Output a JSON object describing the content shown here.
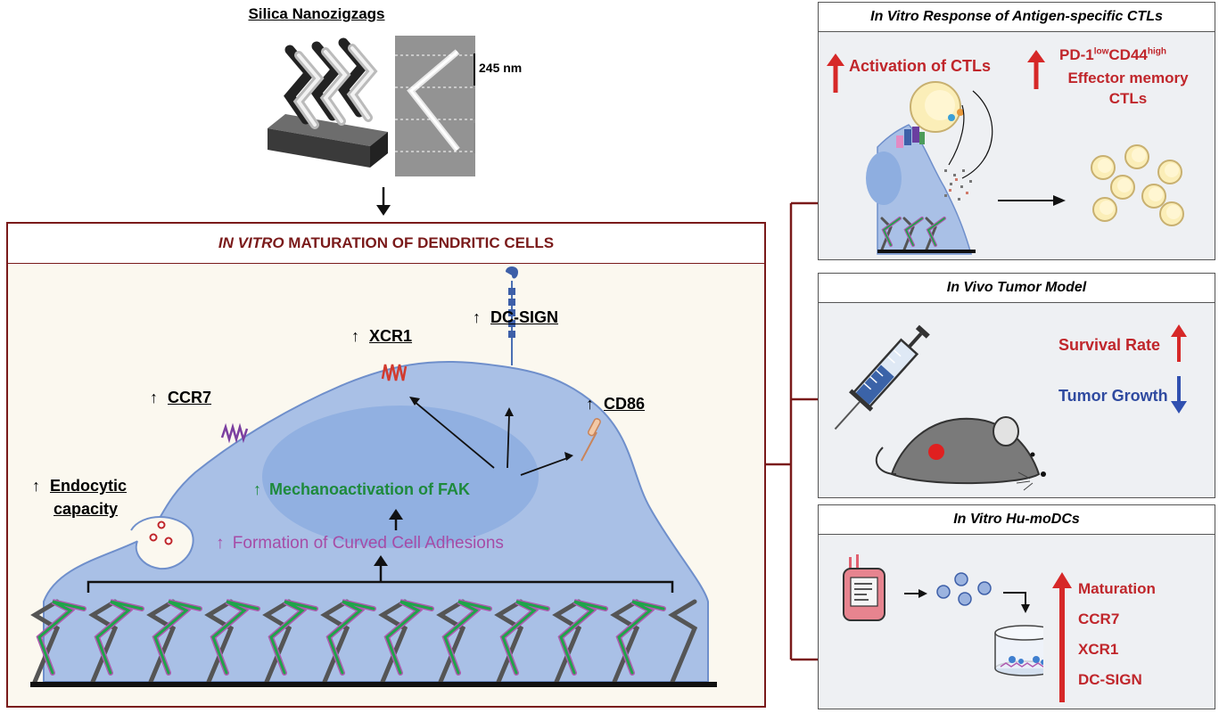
{
  "top": {
    "title": "Silica Nanozigzags",
    "scale_label": "245 nm"
  },
  "main": {
    "title_italic": "IN VITRO",
    "title_rest": " MATURATION OF DENDRITIC CELLS",
    "labels": {
      "ccr7": "CCR7",
      "xcr1": "XCR1",
      "dcsign": "DC-SIGN",
      "cd86": "CD86",
      "endocytic_1": "Endocytic",
      "endocytic_2": "capacity",
      "mechano": "Mechanoactivation of FAK",
      "formation": "Formation of Curved Cell Adhesions"
    },
    "arrow_glyph": "↑"
  },
  "panel1": {
    "title": "In Vitro Response of Antigen-specific CTLs",
    "activation": "Activation of CTLs",
    "pd1": "PD-1",
    "pd1_sup1": "low",
    "cd44": "CD44",
    "cd44_sup": "high",
    "effector_1": "Effector memory",
    "effector_2": "CTLs"
  },
  "panel2": {
    "title": "In Vivo Tumor Model",
    "survival": "Survival Rate",
    "tumor": "Tumor Growth"
  },
  "panel3": {
    "title": "In Vitro Hu-moDCs",
    "items": [
      "Maturation",
      "CCR7",
      "XCR1",
      "DC-SIGN"
    ]
  },
  "colors": {
    "dark_red": "#7a1a1a",
    "label_red": "#c0262b",
    "green": "#1e8a3c",
    "purple": "#a64ca6",
    "blue_text": "#2f4aa0",
    "cell_blue": "#a9c0e6",
    "panel_bg": "#eef0f3"
  }
}
